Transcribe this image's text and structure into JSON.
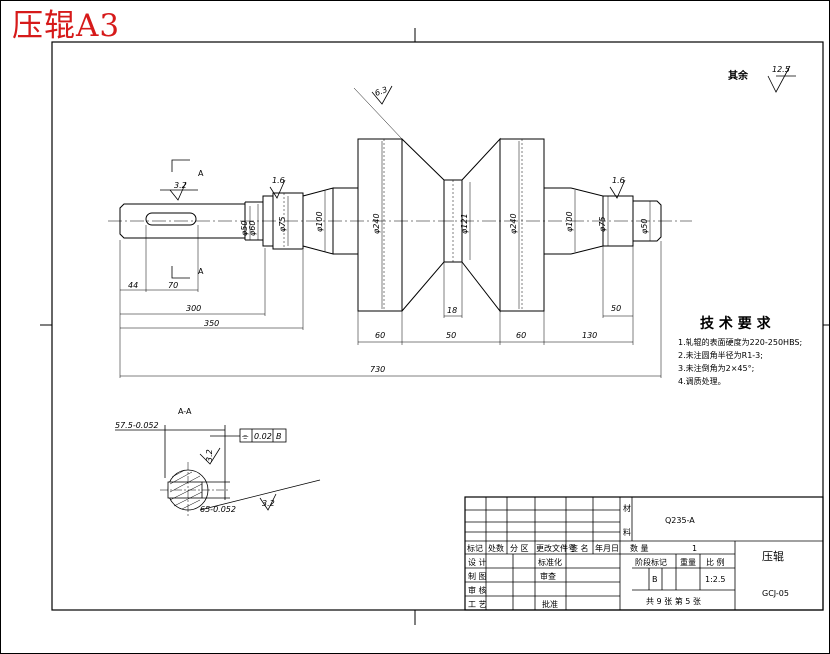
{
  "stamp": {
    "title": "压辊A3"
  },
  "drawing": {
    "roughness_note": {
      "label": "其余",
      "value": "12.5"
    },
    "roughness_marks": [
      "6.3",
      "3.2",
      "1.6",
      "1.6",
      "3.2",
      "3.2"
    ],
    "section_labels": [
      "A",
      "A",
      "A-A"
    ],
    "diameters": [
      "φ50",
      "φ60",
      "φ75",
      "φ100",
      "φ240",
      "φ121",
      "φ240",
      "φ100",
      "φ75",
      "φ50"
    ],
    "lengths": [
      "44",
      "70",
      "300",
      "350",
      "60",
      "18",
      "50",
      "60",
      "130",
      "50",
      "730"
    ],
    "section_view": {
      "dim_top": "57.5-0.052",
      "dim_bottom": "65-0.052",
      "tolerance_symbol": "⌯",
      "tolerance_value": "0.02",
      "datum": "B",
      "roughness": "3.2"
    }
  },
  "tech_requirements": {
    "title": "技 术 要 求",
    "items": [
      "1.轧辊的表面硬度为220-250HBS;",
      "2.未注圆角半径为R1-3;",
      "3.未注倒角为2×45°;",
      "4.调质处理。"
    ]
  },
  "title_block": {
    "material": "Q235-A",
    "side_label_1": "材",
    "side_label_2": "料",
    "rev_headers": [
      "标记",
      "处数",
      "分 区",
      "更改文件号",
      "签 名",
      "年月日"
    ],
    "row_labels": [
      "设 计",
      "制 图",
      "审 核",
      "工 艺"
    ],
    "std_label": "标准化",
    "approve_label": "批准",
    "review_label": "审查",
    "qty_label": "数  量",
    "qty_value": "1",
    "stage_label": "阶段标记",
    "weight_label": "重量",
    "scale_label": "比 例",
    "stage_value": "B",
    "scale_value": "1:2.5",
    "sheet_info": "共 9 张 第 5 张",
    "part_name": "压辊",
    "drawing_no": "GCJ-05"
  }
}
